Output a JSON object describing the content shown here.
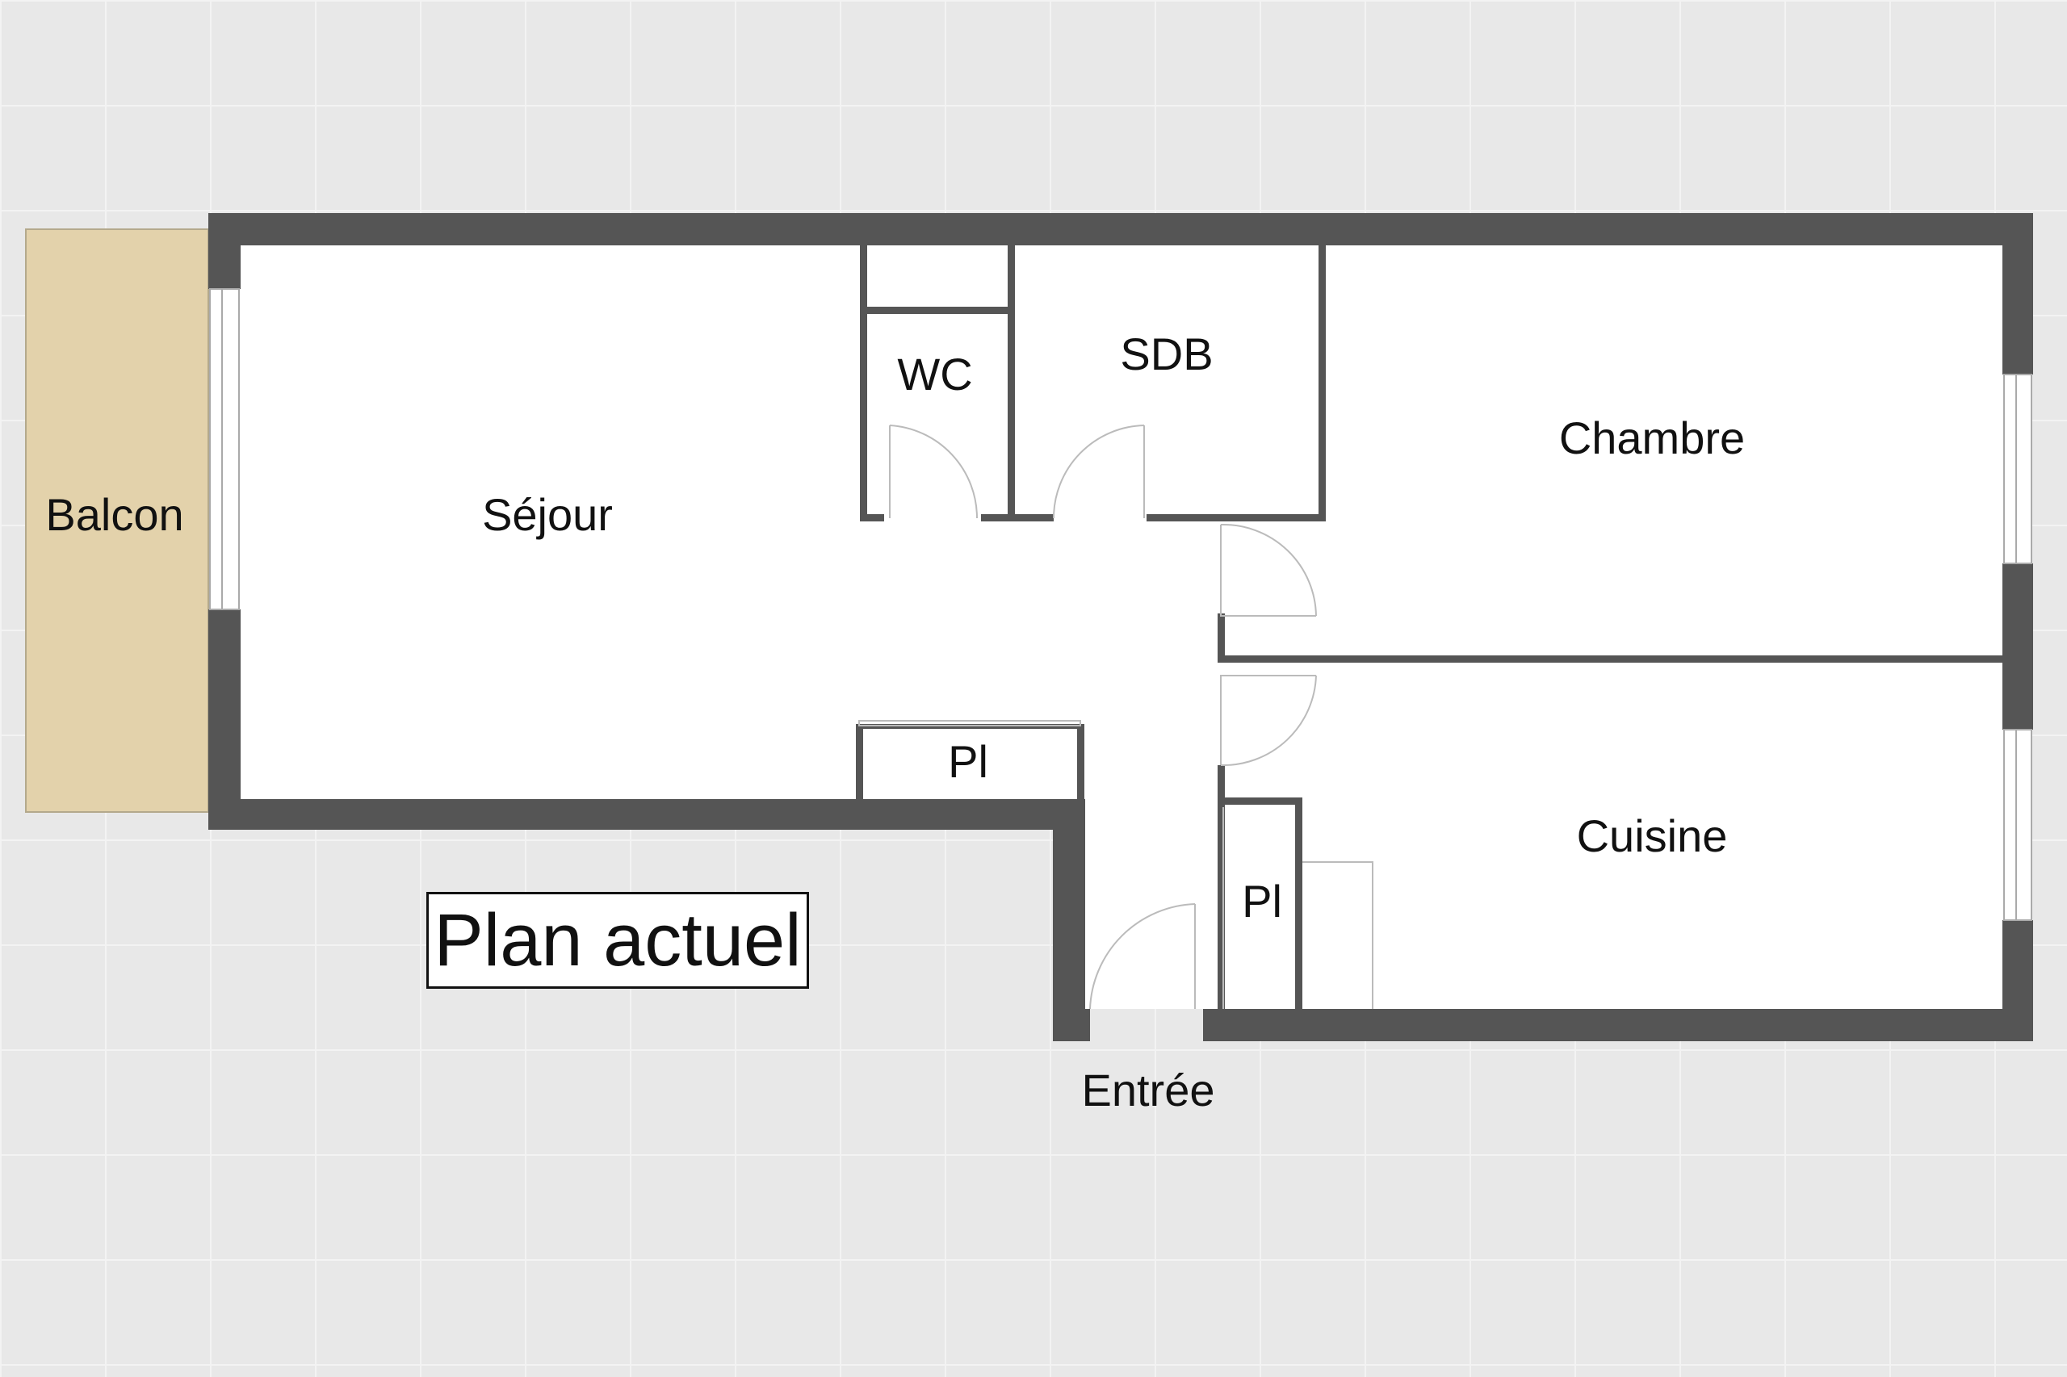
{
  "plan_title": "Plan actuel",
  "rooms": {
    "balcon": "Balcon",
    "sejour": "Séjour",
    "wc": "WC",
    "sdb": "SDB",
    "chambre": "Chambre",
    "cuisine": "Cuisine",
    "placard_sejour": "Pl",
    "placard_entree": "Pl",
    "entree": "Entrée"
  },
  "colors": {
    "wall": "#555555",
    "floor": "#ffffff",
    "balcony": "#e3d2ab",
    "background": "#e8e8e8"
  }
}
